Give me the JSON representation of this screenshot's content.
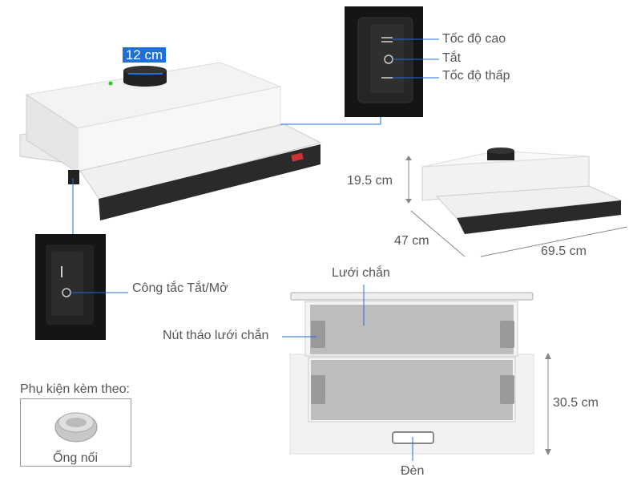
{
  "colors": {
    "accent": "#1f6fd6",
    "text": "#555555",
    "panel": "#1a1a1a"
  },
  "duct_diameter": "12 cm",
  "control_panel": {
    "labels": [
      "Tốc độ cao",
      "Tắt",
      "Tốc độ thấp"
    ]
  },
  "switch_label": "Công tắc Tắt/Mở",
  "dimensions": {
    "height": "19.5 cm",
    "depth": "47 cm",
    "width": "69.5 cm",
    "front_height": "30.5 cm"
  },
  "front_view": {
    "filter_label": "Lưới chắn",
    "filter_release_label": "Nút tháo lưới chắn",
    "light_label": "Đèn"
  },
  "accessories": {
    "title": "Phụ kiện kèm theo:",
    "item": "Ống nối"
  }
}
